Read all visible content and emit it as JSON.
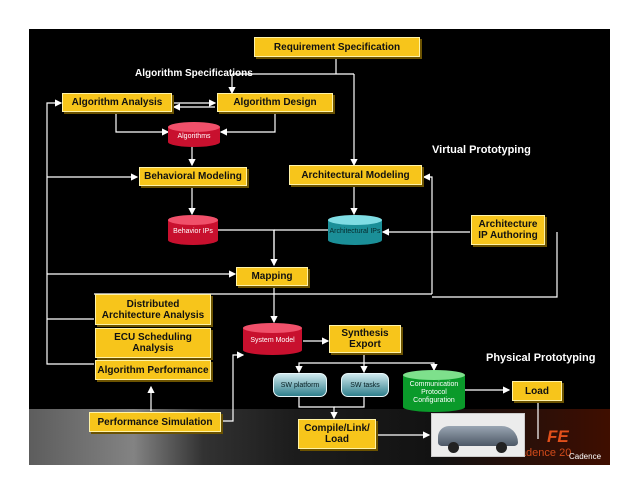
{
  "boxes": {
    "req_spec": "Requirement Specification",
    "alg_analysis": "Algorithm Analysis",
    "alg_design": "Algorithm Design",
    "behavioral_modeling": "Behavioral Modeling",
    "architectural_modeling": "Architectural Modeling",
    "arch_ip_authoring": "Architecture\nIP Authoring",
    "mapping": "Mapping",
    "dist_arch_analysis": "Distributed\nArchitecture Analysis",
    "ecu_scheduling": "ECU Scheduling\nAnalysis",
    "alg_performance": "Algorithm Performance",
    "synthesis_export": "Synthesis\nExport",
    "performance_sim": "Performance Simulation",
    "compile_link_load": "Compile/Link/\nLoad",
    "load": "Load"
  },
  "cylinders": {
    "algorithms": "Algorithms",
    "behavior_ips": "Behavior IPs",
    "architectural_ips": "Architectural IPs",
    "system_model": "System Model",
    "comm_protocol": "Communication\nProtocol\nConfiguration"
  },
  "pills": {
    "sw_platform": "SW platform",
    "sw_tasks": "SW tasks"
  },
  "labels": {
    "algorithm_specifications": "Algorithm Specifications",
    "virtual_prototyping": "Virtual Prototyping",
    "physical_prototyping": "Physical Prototyping"
  },
  "background": {
    "fe_text": "FE",
    "cadence_faded": "Cadence 20",
    "cadence_logo": "Cadence"
  },
  "colors": {
    "box_fill": "#f7c51b",
    "slide_bg": "#000000",
    "wire": "#ffffff",
    "red_db": "#c8102e",
    "cyan_db": "#1b8f98",
    "green_db": "#0a9a2a"
  }
}
